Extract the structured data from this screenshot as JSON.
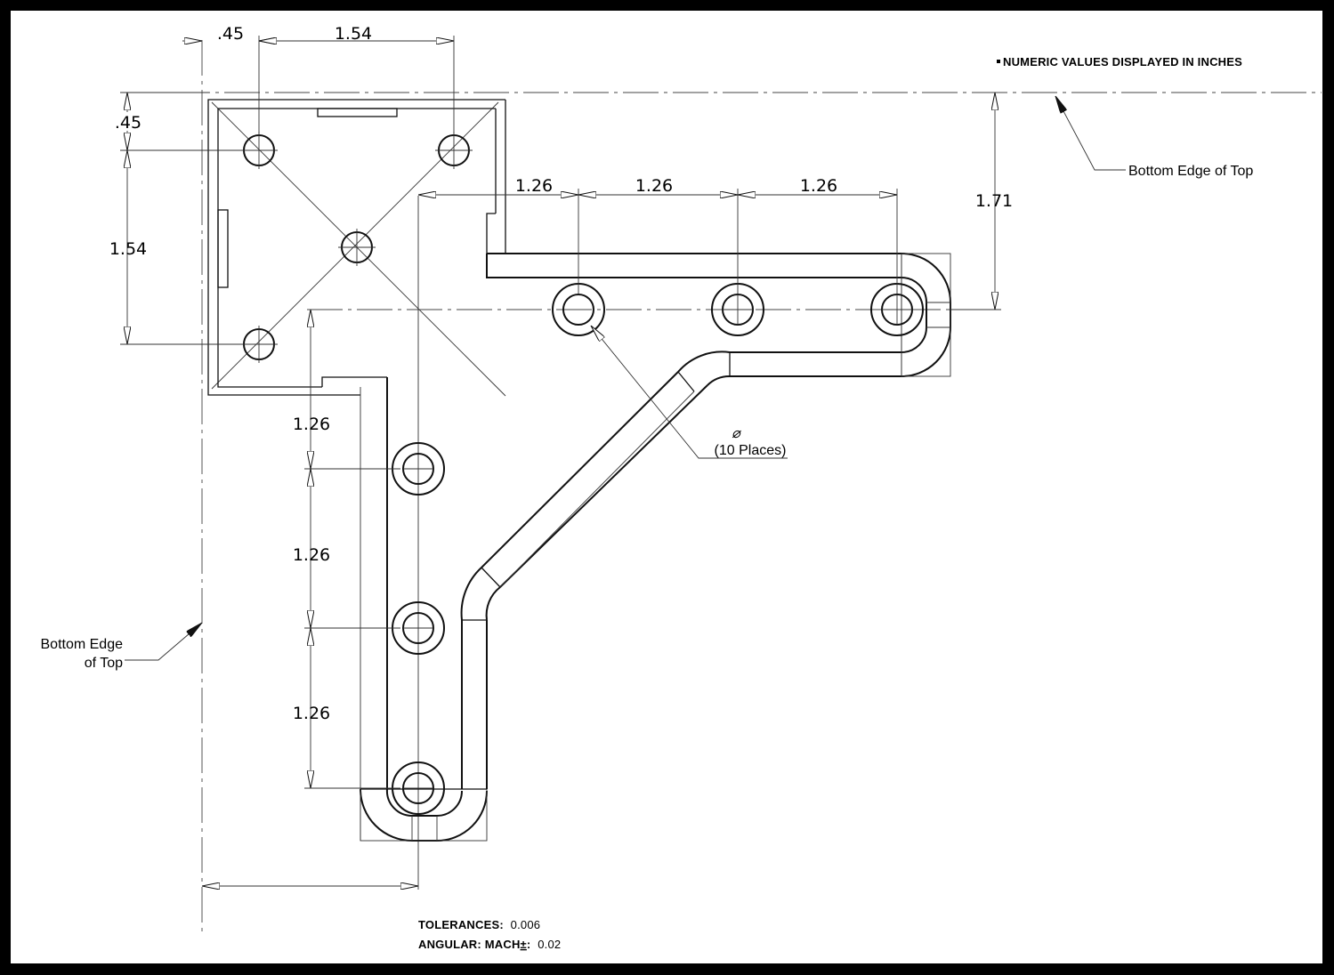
{
  "notes": {
    "units": "NUMERIC VALUES DISPLAYED IN INCHES",
    "bottom_edge_right": "Bottom Edge of Top",
    "bottom_edge_left_1": "Bottom Edge",
    "bottom_edge_left_2": "of Top",
    "hole_symbol": "⌀",
    "hole_count": "(10 Places)",
    "tolerances_label": "TOLERANCES:",
    "tolerances_value": "0.006",
    "angular_label": "ANGULAR: MACH",
    "angular_pm": "±",
    "angular_colon": ":",
    "angular_value": "0.02"
  },
  "dimensions": {
    "top_left_offset": ".45",
    "top_hole_spacing": "1.54",
    "left_top_offset": ".45",
    "left_hole_spacing": "1.54",
    "arm_spacing_1": "1.26",
    "arm_spacing_2": "1.26",
    "arm_spacing_3": "1.26",
    "vertical_height": "1.71",
    "leg_spacing_1": "1.26",
    "leg_spacing_2": "1.26",
    "leg_spacing_3": "1.26"
  }
}
